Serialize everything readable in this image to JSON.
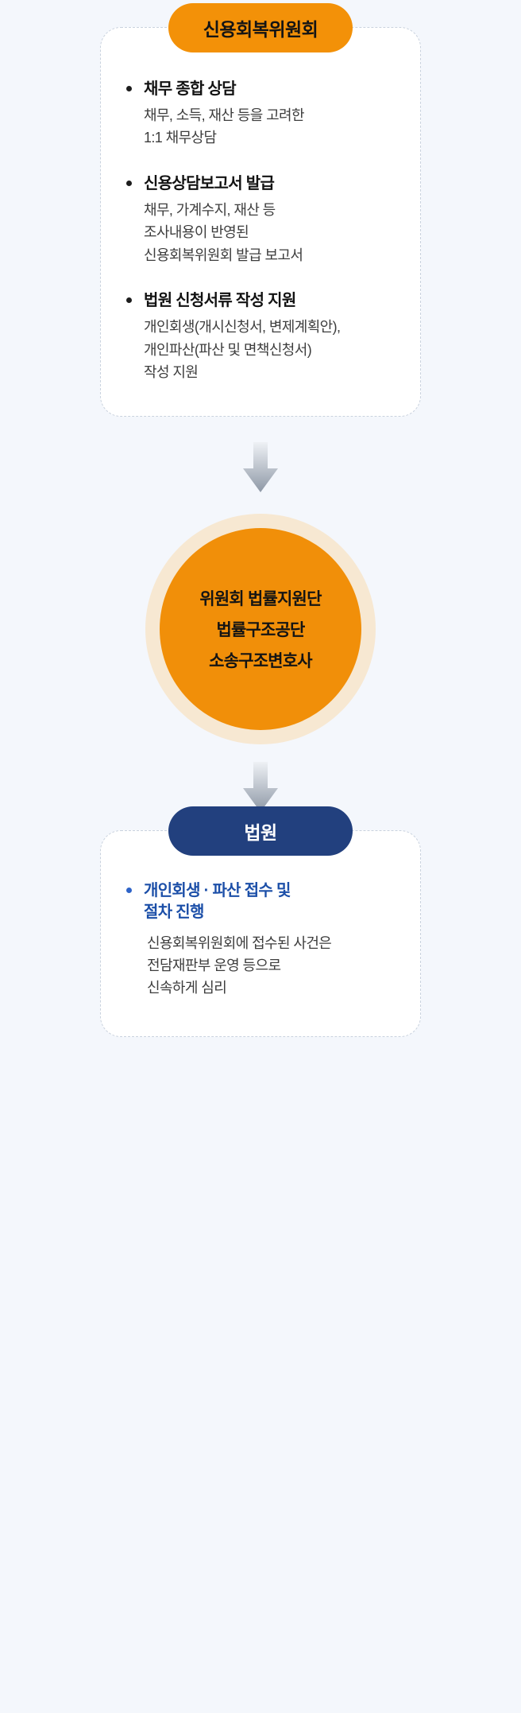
{
  "theme": {
    "page_bg": "#f4f7fc",
    "card_bg": "#ffffff",
    "card_border": "#c9d2de",
    "orange": "#f39108",
    "orange_circle": "#f18f09",
    "orange_ring": "#f7e8d2",
    "navy": "#22407e",
    "blue_text": "#1c4fa8",
    "arrow_gray": "#9aa3b0",
    "body_text": "#3d3d3d",
    "title_text": "#121212"
  },
  "flow": {
    "step1": {
      "header": "신용회복위원회",
      "header_style": "orange-pill",
      "bullets": [
        {
          "title": "채무 종합 상담",
          "lines": [
            "채무, 소득, 재산 등을 고려한",
            "1:1 채무상담"
          ]
        },
        {
          "title": "신용상담보고서 발급",
          "lines": [
            "채무, 가계수지, 재산 등",
            "조사내용이 반영된",
            "신용회복위원회 발급 보고서"
          ]
        },
        {
          "title": "법원 신청서류 작성 지원",
          "lines": [
            "개인회생(개시신청서, 변제계획안),",
            "개인파산(파산 및 면책신청서)",
            "작성 지원"
          ]
        }
      ]
    },
    "connector1": {
      "icon": "down-arrow-icon"
    },
    "step2": {
      "shape": "circle",
      "lines": [
        "위원회 법률지원단",
        "법률구조공단",
        "소송구조변호사"
      ]
    },
    "connector2": {
      "icon": "down-arrow-icon"
    },
    "step3": {
      "header": "법원",
      "header_style": "navy-pill",
      "bullets": [
        {
          "title_lines": [
            "개인회생 · 파산 접수 및",
            "절차 진행"
          ],
          "lines": [
            "신용회복위원회에 접수된 사건은",
            "전담재판부 운영 등으로",
            "신속하게 심리"
          ]
        }
      ]
    }
  }
}
